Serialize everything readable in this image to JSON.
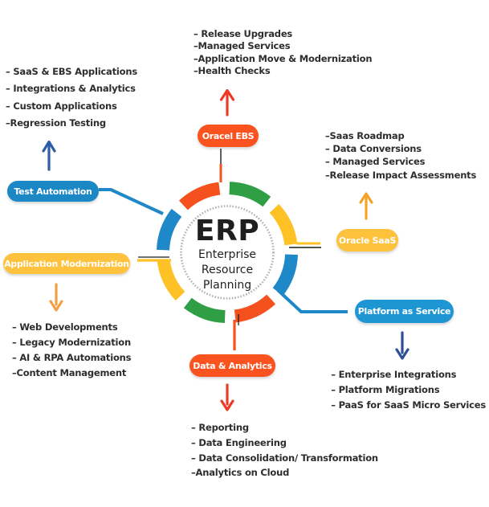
{
  "center": {
    "title": "ERP",
    "subtitle_lines": [
      "Enterprise",
      "Resource",
      "Planning"
    ]
  },
  "sections": {
    "oracle_ebs": {
      "label": "Oracel EBS",
      "items": [
        "– Release Upgrades",
        "–Managed Services",
        "–Application Move & Modernization",
        "–Health Checks"
      ]
    },
    "oracle_saas": {
      "label": "Oracle SaaS",
      "items": [
        "–Saas Roadmap",
        "– Data Conversions",
        "– Managed Services",
        "–Release Impact Assessments"
      ]
    },
    "platform_as_service": {
      "label": "Platform as Service",
      "items": [
        "– Enterprise Integrations",
        "– Platform Migrations",
        "– PaaS for SaaS Micro Services"
      ]
    },
    "data_analytics": {
      "label": "Data & Analytics",
      "items": [
        "– Reporting",
        "– Data Engineering",
        "– Data Consolidation/ Transformation",
        "–Analytics on Cloud"
      ]
    },
    "application_modernization": {
      "label": "Application Modernization",
      "items": [
        "– Web Developments",
        "– Legacy Modernization",
        "– AI & RPA Automations",
        "–Content Management"
      ]
    },
    "test_automation": {
      "label": "Test Automation",
      "items": [
        "– SaaS & EBS Applications",
        "– Integrations & Analytics",
        "– Custom Applications",
        "–Regression Testing"
      ]
    }
  },
  "colors": {
    "ring_green": "#2f9e45",
    "ring_yellow": "#ffc226",
    "ring_blue": "#1e88c9",
    "ring_orange": "#f4511e",
    "pill_orange": "#fb531f",
    "pill_yellow": "#ffc23c",
    "pill_blue": "#1f96d4",
    "pill_blue_dark": "#1c87c5",
    "arrow_red": "#ee3a26",
    "arrow_amber": "#f2a52d",
    "arrow_orange": "#f0a147",
    "arrow_navy": "#2d4f96",
    "arrow_blue": "#2d5ca9",
    "connector_dark": "#1c1c1c",
    "connector_blue": "#1e88c9",
    "text_dark": "#2d2d2d",
    "circle_tick": "#b3b3b3"
  }
}
